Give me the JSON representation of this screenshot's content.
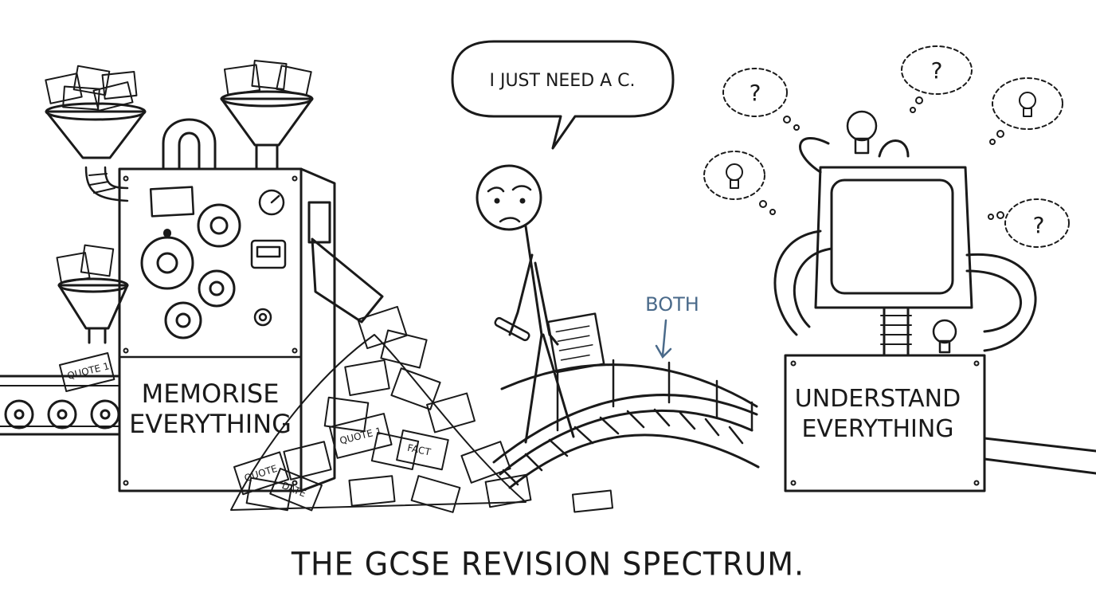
{
  "speech_bubble": "I JUST NEED A C.",
  "left_machine_label": [
    "MEMORISE",
    "EVERYTHING"
  ],
  "right_machine_label": [
    "UNDERSTAND",
    "EVERYTHING"
  ],
  "bridge_label": "BOTH",
  "caption": "THE GCSE REVISION SPECTRUM.",
  "note_labels": {
    "conveyor_note": "QUOTE 1",
    "pile_note_1": "QUOTE 1",
    "pile_note_2": "FACT",
    "pile_note_3": "QUOTE",
    "pile_note_4": "DATE"
  },
  "thought_bubbles": [
    "?",
    "?",
    "?"
  ],
  "colors": {
    "ink": "#1a1a1a",
    "both_label": "#4a6a8a",
    "background": "#ffffff"
  }
}
